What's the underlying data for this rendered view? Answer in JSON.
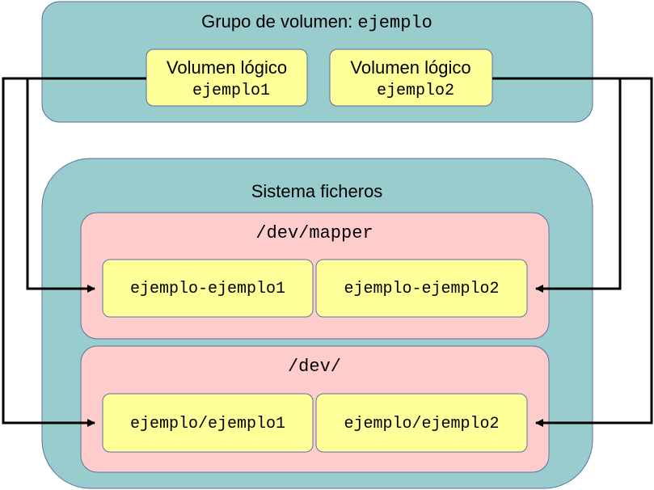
{
  "volume_group": {
    "label": "Grupo de volumen: ",
    "name": "ejemplo",
    "logical_volumes": [
      {
        "title": "Volumen lógico",
        "name": "ejemplo1"
      },
      {
        "title": "Volumen lógico",
        "name": "ejemplo2"
      }
    ]
  },
  "filesystem": {
    "title": "Sistema ficheros",
    "mapper": {
      "path": "/dev/mapper",
      "entries": [
        "ejemplo-ejemplo1",
        "ejemplo-ejemplo2"
      ]
    },
    "dev": {
      "path": "/dev/",
      "entries": [
        "ejemplo/ejemplo1",
        "ejemplo/ejemplo2"
      ]
    }
  },
  "colors": {
    "teal": "#99cccc",
    "pink": "#ffcccc",
    "yellow": "#ffff99",
    "border": "#5a6fa8",
    "line": "#000000"
  }
}
